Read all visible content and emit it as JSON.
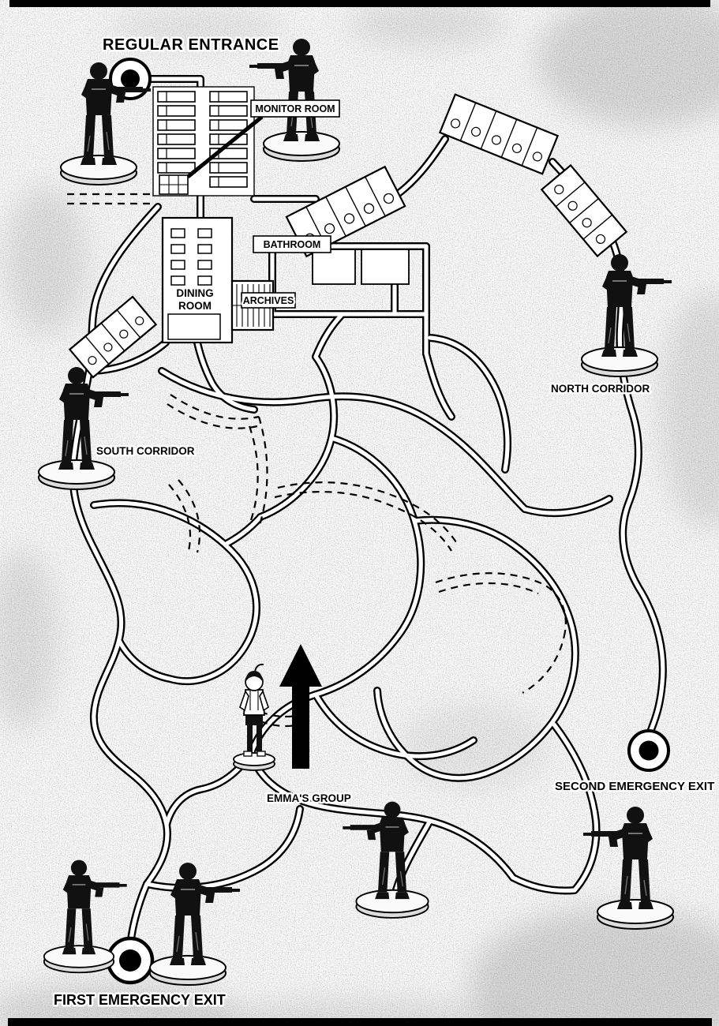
{
  "page": {
    "kind": "shelter-tunnel-map"
  },
  "colors": {
    "ink": "#000000",
    "paper": "#ffffff",
    "tone": "#aaaaaa"
  },
  "labels": {
    "regular_entrance": "REGULAR ENTRANCE",
    "monitor_room": "MONITOR ROOM",
    "bathroom": "BATHROOM",
    "dining_line1": "DINING",
    "dining_line2": "ROOM",
    "archives": "ARCHIVES",
    "north_corridor": "NORTH CORRIDOR",
    "south_corridor": "SOUTH CORRIDOR",
    "emmas_group": "EMMA'S GROUP",
    "second_emergency_exit": "SECOND EMERGENCY EXIT",
    "first_emergency_exit": "FIRST EMERGENCY EXIT"
  },
  "markers": {
    "entrances_exits": [
      "regular-entrance-marker",
      "first-emergency-exit-marker",
      "second-emergency-exit-marker"
    ],
    "soldier_figures": [
      "soldier-regular-entrance",
      "soldier-monitor-room",
      "soldier-north-corridor",
      "soldier-south-corridor",
      "soldier-first-exit-left",
      "soldier-first-exit-right",
      "soldier-bottom-center",
      "soldier-second-exit"
    ],
    "emma_figure": "emma-group-figure",
    "direction_arrow": "up"
  }
}
